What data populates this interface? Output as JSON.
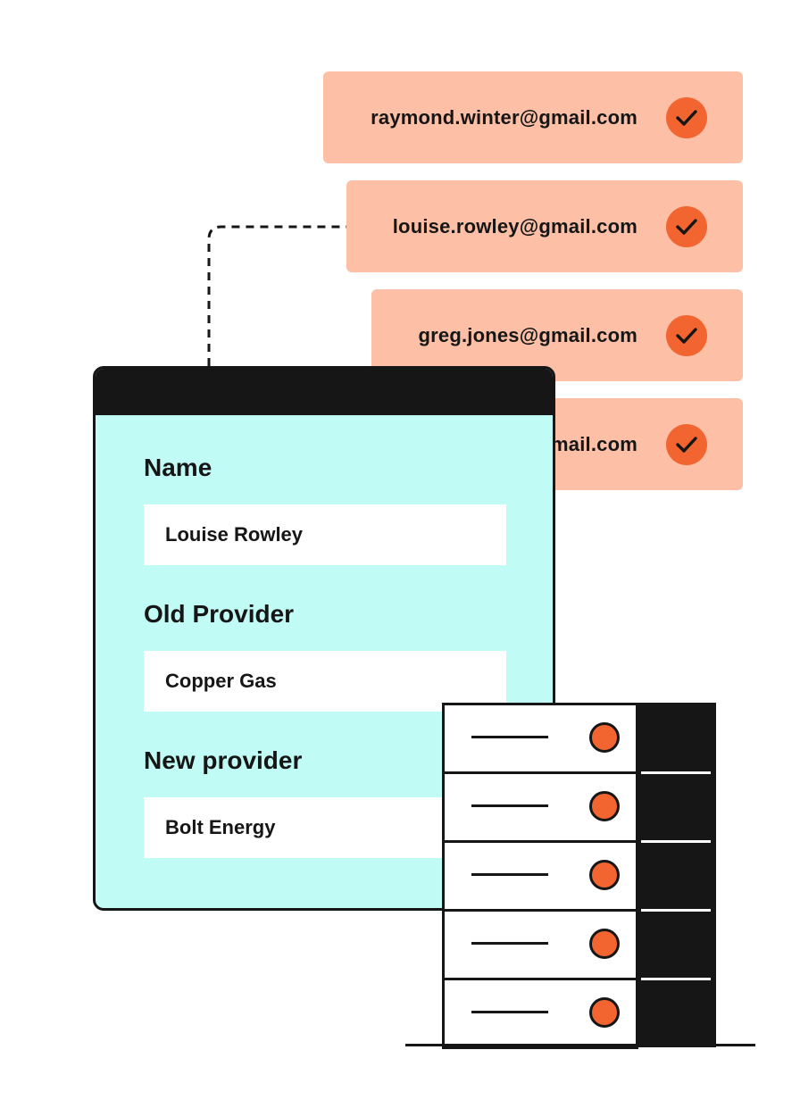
{
  "colors": {
    "card_bg": "#FDBFA5",
    "accent_orange": "#F26430",
    "form_bg": "#C1FBF5",
    "ink": "#161616",
    "white": "#FFFFFF"
  },
  "email_list": {
    "items": [
      {
        "email": "raymond.winter@gmail.com",
        "status_icon": "check-icon"
      },
      {
        "email": "louise.rowley@gmail.com",
        "status_icon": "check-icon"
      },
      {
        "email": "greg.jones@gmail.com",
        "status_icon": "check-icon"
      },
      {
        "email": "mail.com",
        "status_icon": "check-icon"
      }
    ]
  },
  "form": {
    "fields": [
      {
        "label": "Name",
        "value": "Louise Rowley"
      },
      {
        "label": "Old Provider",
        "value": "Copper Gas"
      },
      {
        "label": "New provider",
        "value": "Bolt Energy"
      }
    ]
  },
  "server_rack": {
    "unit_count": 5,
    "led_icon": "status-led-icon"
  }
}
